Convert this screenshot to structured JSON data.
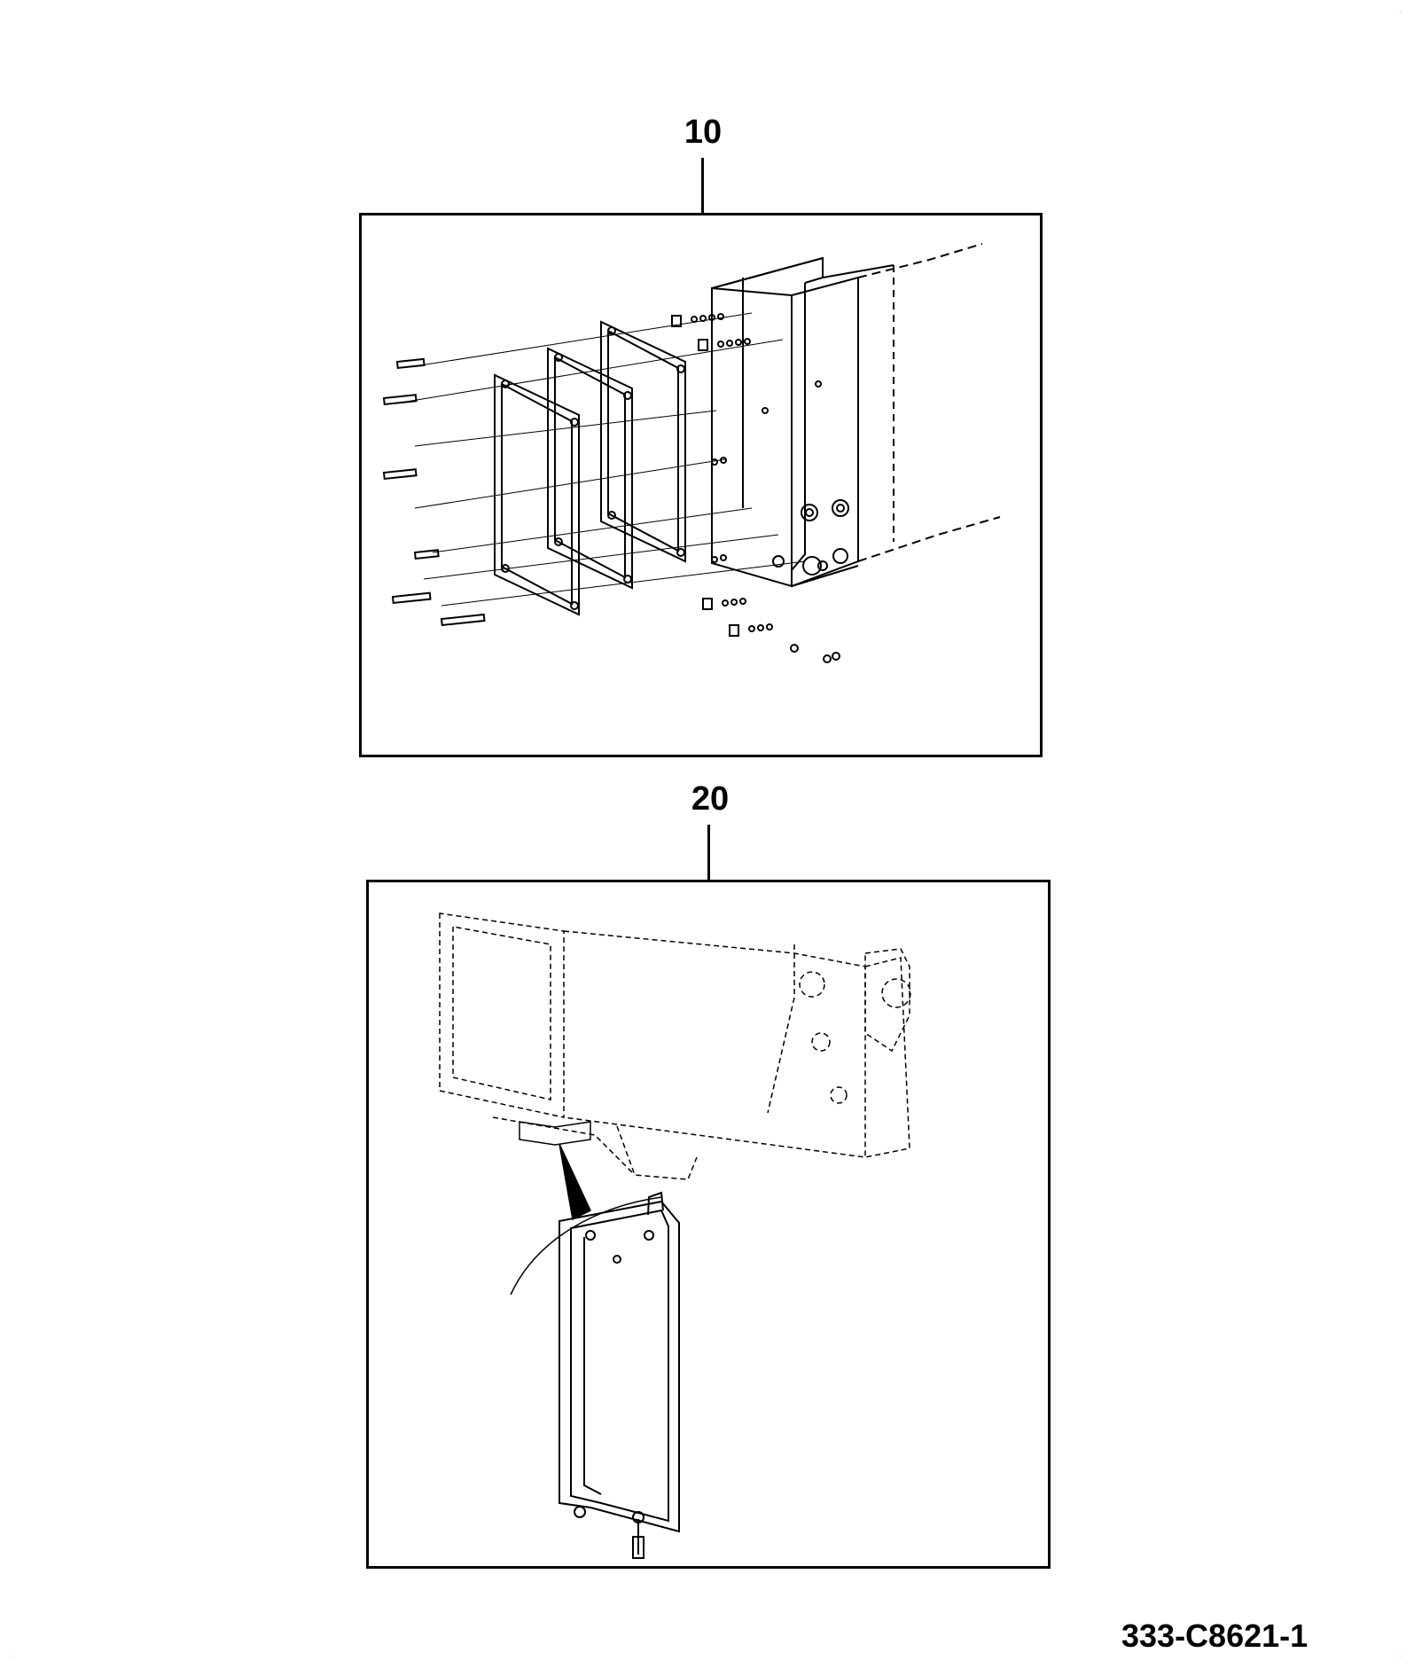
{
  "callouts": {
    "top": "10",
    "bottom": "20"
  },
  "drawing_number": "333-C8621-1",
  "corner_mark": "."
}
